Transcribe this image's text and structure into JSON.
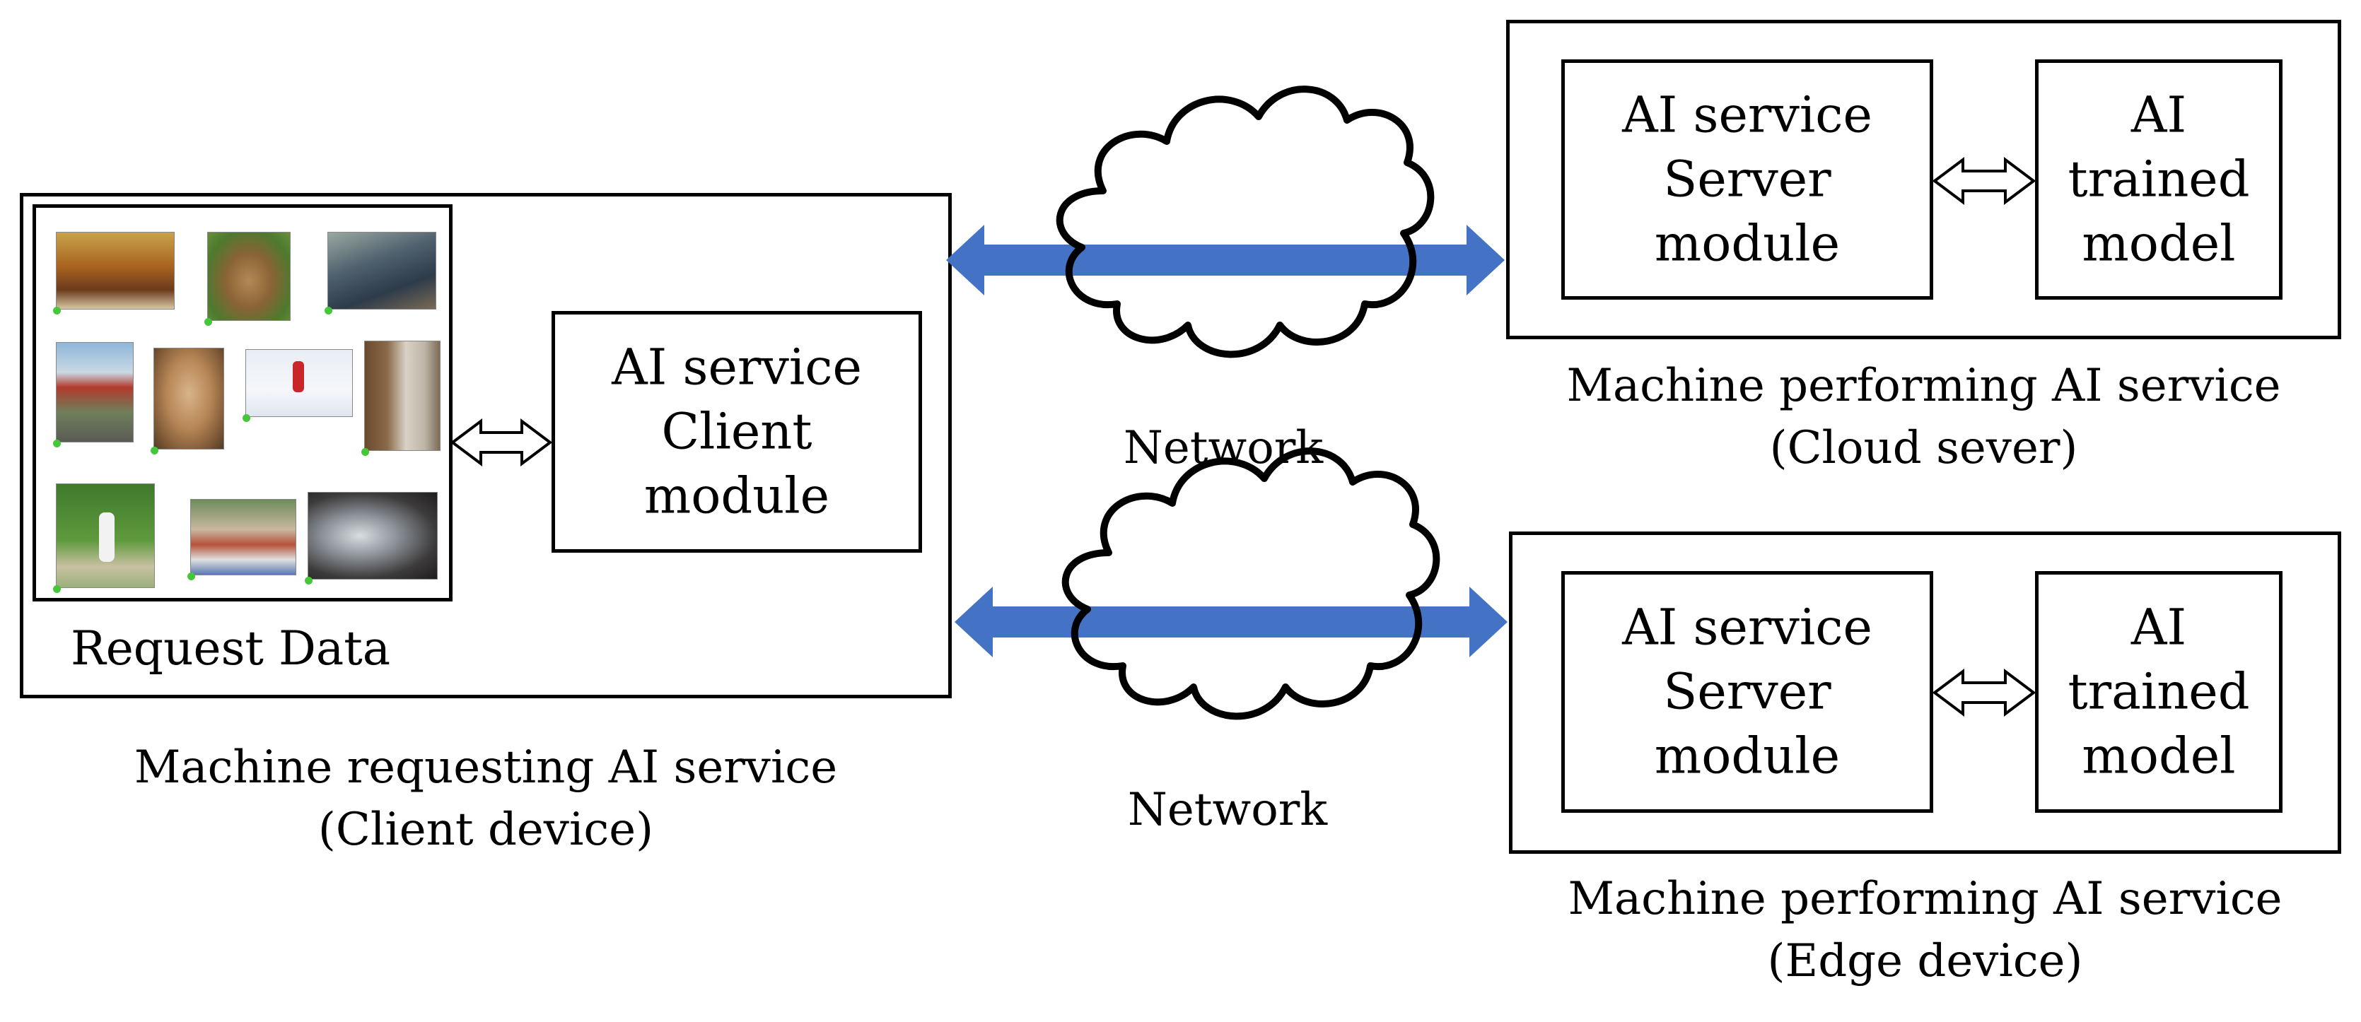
{
  "client": {
    "request_data_label": "Request Data",
    "module_lines": [
      "AI service",
      "Client",
      "module"
    ],
    "caption_lines": [
      "Machine requesting AI service",
      "(Client device)"
    ]
  },
  "network": {
    "top_label": "Network",
    "bottom_label": "Network"
  },
  "cloud": {
    "server_lines": [
      "AI service",
      "Server",
      "module"
    ],
    "model_lines": [
      "AI",
      "trained",
      "model"
    ],
    "caption_lines": [
      "Machine performing AI service",
      "(Cloud sever)"
    ]
  },
  "edge": {
    "server_lines": [
      "AI service",
      "Server",
      "module"
    ],
    "model_lines": [
      "AI",
      "trained",
      "model"
    ],
    "caption_lines": [
      "Machine performing AI service",
      "(Edge device)"
    ]
  },
  "colors": {
    "link_arrow": "#4472c4",
    "status_dot": "#45c73a"
  },
  "icons": {
    "network": "cloud-icon",
    "local_link": "double-arrow-icon"
  }
}
